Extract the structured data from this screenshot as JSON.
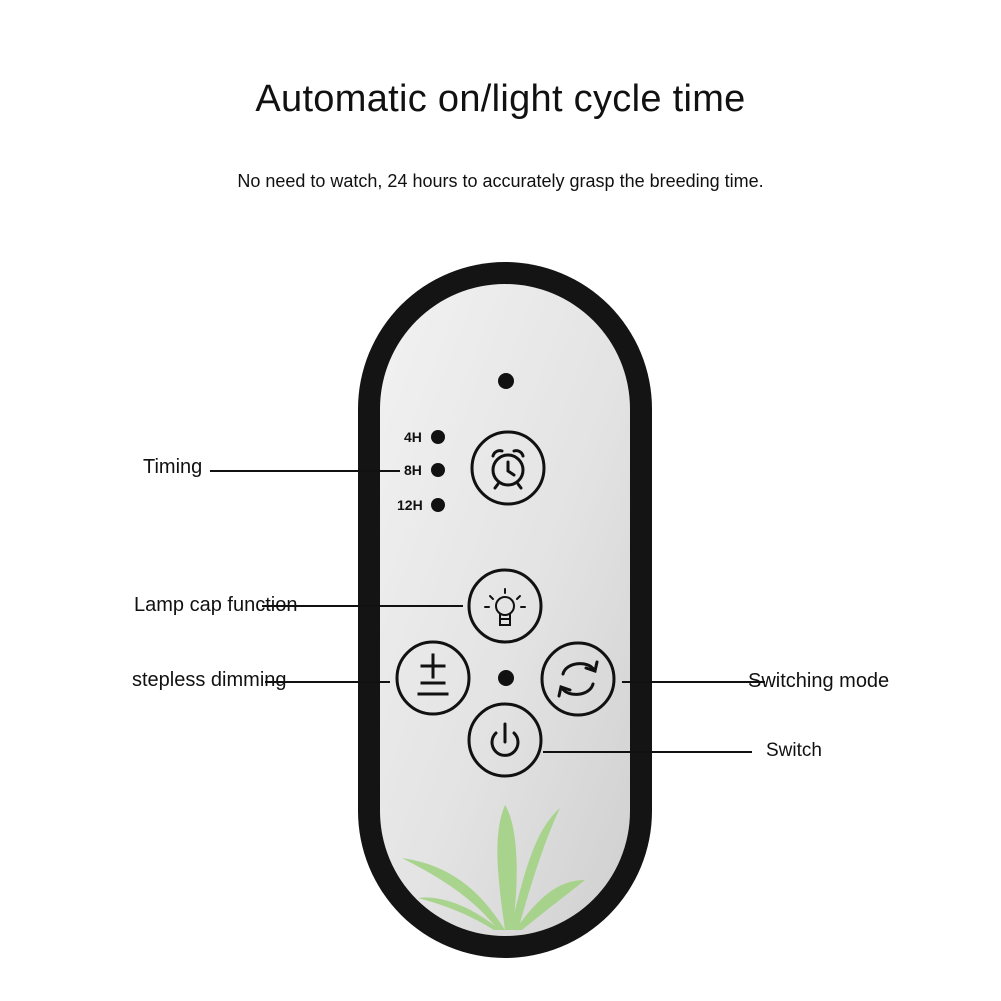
{
  "header": {
    "title": "Automatic on/light cycle time",
    "subtitle": "No need to watch, 24 hours to accurately grasp the breeding time."
  },
  "timer_leds": [
    "4H",
    "8H",
    "12H"
  ],
  "callouts": {
    "timing": "Timing",
    "lamp_cap": "Lamp cap function",
    "dimming": "stepless dimming",
    "switching_mode": "Switching mode",
    "switch": "Switch"
  },
  "icons": {
    "timer": "alarm-clock-icon",
    "lamp": "light-bulb-icon",
    "dimming": "plus-minus-icon",
    "mode": "cycle-arrows-icon",
    "power": "power-icon",
    "decor": "plant-leaves-icon"
  },
  "colors": {
    "frame": "#141414",
    "face": "#e4e4e4",
    "leaf": "#9fd27f"
  }
}
